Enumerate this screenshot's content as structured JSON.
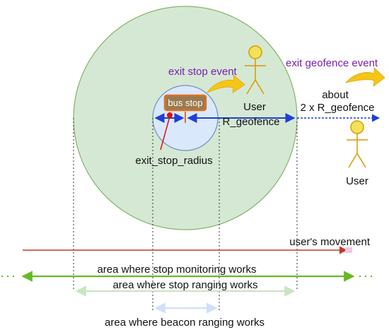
{
  "diagram": {
    "labels": {
      "exit_stop_event": "exit stop event",
      "exit_geofence_event": "exit geofence event",
      "bus_stop": "bus stop",
      "user_inside": "User",
      "user_outside": "User",
      "r_geofence": "R_geofence",
      "about": "about",
      "two_r_geofence": "2 x R_geofence",
      "exit_stop_radius": "exit_stop_radius",
      "users_movement": "user's movement",
      "stop_monitoring": "area where stop monitoring works",
      "stop_ranging": "area where stop ranging  works",
      "beacon_ranging": "area where beacon ranging  works"
    },
    "colors": {
      "geofence_fill": "#d5e8d4",
      "geofence_stroke": "#82b366",
      "stop_fill": "#dae8fc",
      "stop_stroke": "#6c8ebf",
      "bus_stop_fill": "#9a7b4f",
      "bus_stop_stroke": "#e07020",
      "arrow_blue": "#1f3fd6",
      "arrow_yellow": "#f5c518",
      "person": "#f2e25a",
      "person_stroke": "#d79b00",
      "purple_text": "#7a1fb0",
      "red_line": "#c0392b",
      "green_line": "#66bb22",
      "light_green_line": "#c8e6c0",
      "light_blue_line": "#cfe0f8",
      "dot_red": "#e01010"
    }
  }
}
